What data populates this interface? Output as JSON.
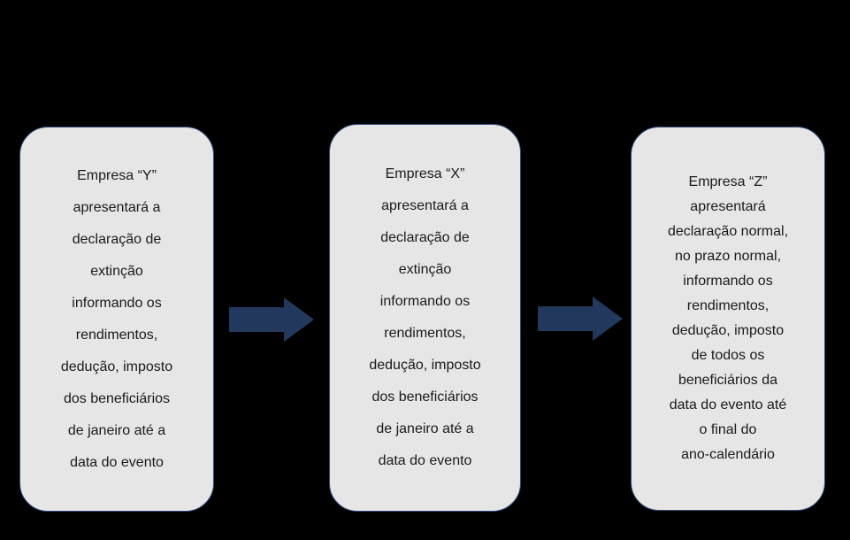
{
  "diagram": {
    "description": "Flow of three rounded boxes connected by right arrows",
    "colors": {
      "background": "#000000",
      "card_fill": "#E7E6E6",
      "card_border": "#2F4D7D",
      "arrow": "#22385C",
      "text": "#1A1A1A"
    },
    "cards": [
      {
        "id": "empresa-y",
        "text": "Empresa “Y”\napresentará a\ndeclaração de\nextinção\ninformando os\nrendimentos,\ndedução, imposto\ndos beneficiários\nde janeiro até a\ndata do evento"
      },
      {
        "id": "empresa-x",
        "text": "Empresa “X”\napresentará a\ndeclaração de\nextinção\ninformando os\nrendimentos,\ndedução, imposto\ndos beneficiários\nde janeiro até a\ndata do evento"
      },
      {
        "id": "empresa-z",
        "text": "Empresa “Z”\napresentará\ndeclaração normal,\nno prazo normal,\ninformando os\nrendimentos,\ndedução, imposto\nde todos os\nbeneficiários da\ndata do evento até\no final do\nano-calendário"
      }
    ],
    "arrows": [
      {
        "id": "arrow-1",
        "direction": "right"
      },
      {
        "id": "arrow-2",
        "direction": "right"
      }
    ]
  }
}
